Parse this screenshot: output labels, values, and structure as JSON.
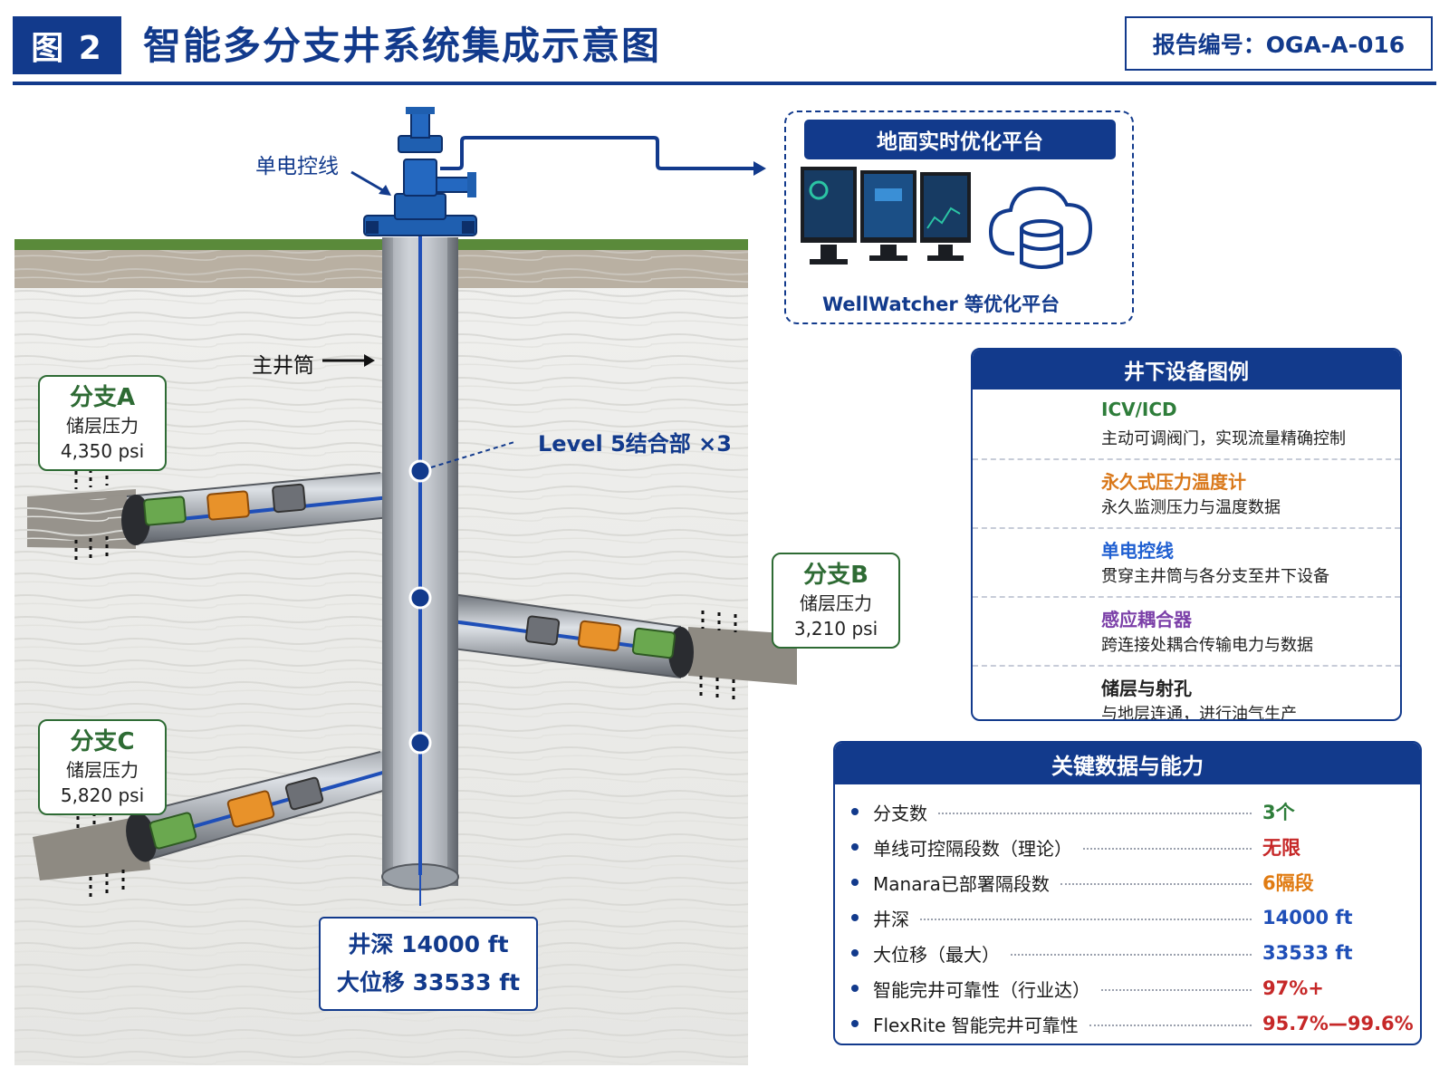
{
  "header": {
    "figure_badge": "图 2",
    "title": "智能多分支井系统集成示意图",
    "report_no": "报告编号：OGA-A-016"
  },
  "scene": {
    "control_line_label": "单电控线",
    "main_bore_label": "主井筒",
    "junction_label": "Level 5结合部 ×3",
    "branches": [
      {
        "name": "分支A",
        "sub": "储层压力",
        "pressure": "4,350 psi"
      },
      {
        "name": "分支B",
        "sub": "储层压力",
        "pressure": "3,210 psi"
      },
      {
        "name": "分支C",
        "sub": "储层压力",
        "pressure": "5,820 psi"
      }
    ],
    "depth_line1": "井深 14000 ft",
    "depth_line2": "大位移 33533 ft"
  },
  "platform": {
    "title": "地面实时优化平台",
    "caption": "WellWatcher 等优化平台"
  },
  "legend": {
    "title": "井下设备图例",
    "items": [
      {
        "name": "ICV/ICD",
        "desc": "主动可调阀门，实现流量精确控制",
        "icon": "icv-tool-icon",
        "color": "#2e7d3a"
      },
      {
        "name": "永久式压力温度计",
        "desc": "永久监测压力与温度数据",
        "icon": "gauge-tool-icon",
        "color": "#d9781a"
      },
      {
        "name": "单电控线",
        "desc": "贯穿主井筒与各分支至井下设备",
        "icon": "control-line-icon",
        "color": "#1f5fd1"
      },
      {
        "name": "感应耦合器",
        "desc": "跨连接处耦合传输电力与数据",
        "icon": "coupler-tool-icon",
        "color": "#7b3fa8"
      },
      {
        "name": "储层与射孔",
        "desc": "与地层连通，进行油气生产",
        "icon": "perforation-icon",
        "color": "#222222"
      }
    ]
  },
  "key_data": {
    "title": "关键数据与能力",
    "rows": [
      {
        "label": "分支数",
        "value": "3个",
        "color": "#2e7d3a"
      },
      {
        "label": "单线可控隔段数（理论）",
        "value": "无限",
        "color": "#c62828"
      },
      {
        "label": "Manara已部署隔段数",
        "value": "6隔段",
        "color": "#e07b12"
      },
      {
        "label": "井深",
        "value": "14000 ft",
        "color": "#1f4fb8"
      },
      {
        "label": "大位移（最大）",
        "value": "33533 ft",
        "color": "#1f4fb8"
      },
      {
        "label": "智能完井可靠性（行业达）",
        "value": "97%+",
        "color": "#c62828"
      },
      {
        "label": "FlexRite 智能完井可靠性",
        "value": "95.7%—99.6%",
        "color": "#c62828"
      }
    ]
  }
}
